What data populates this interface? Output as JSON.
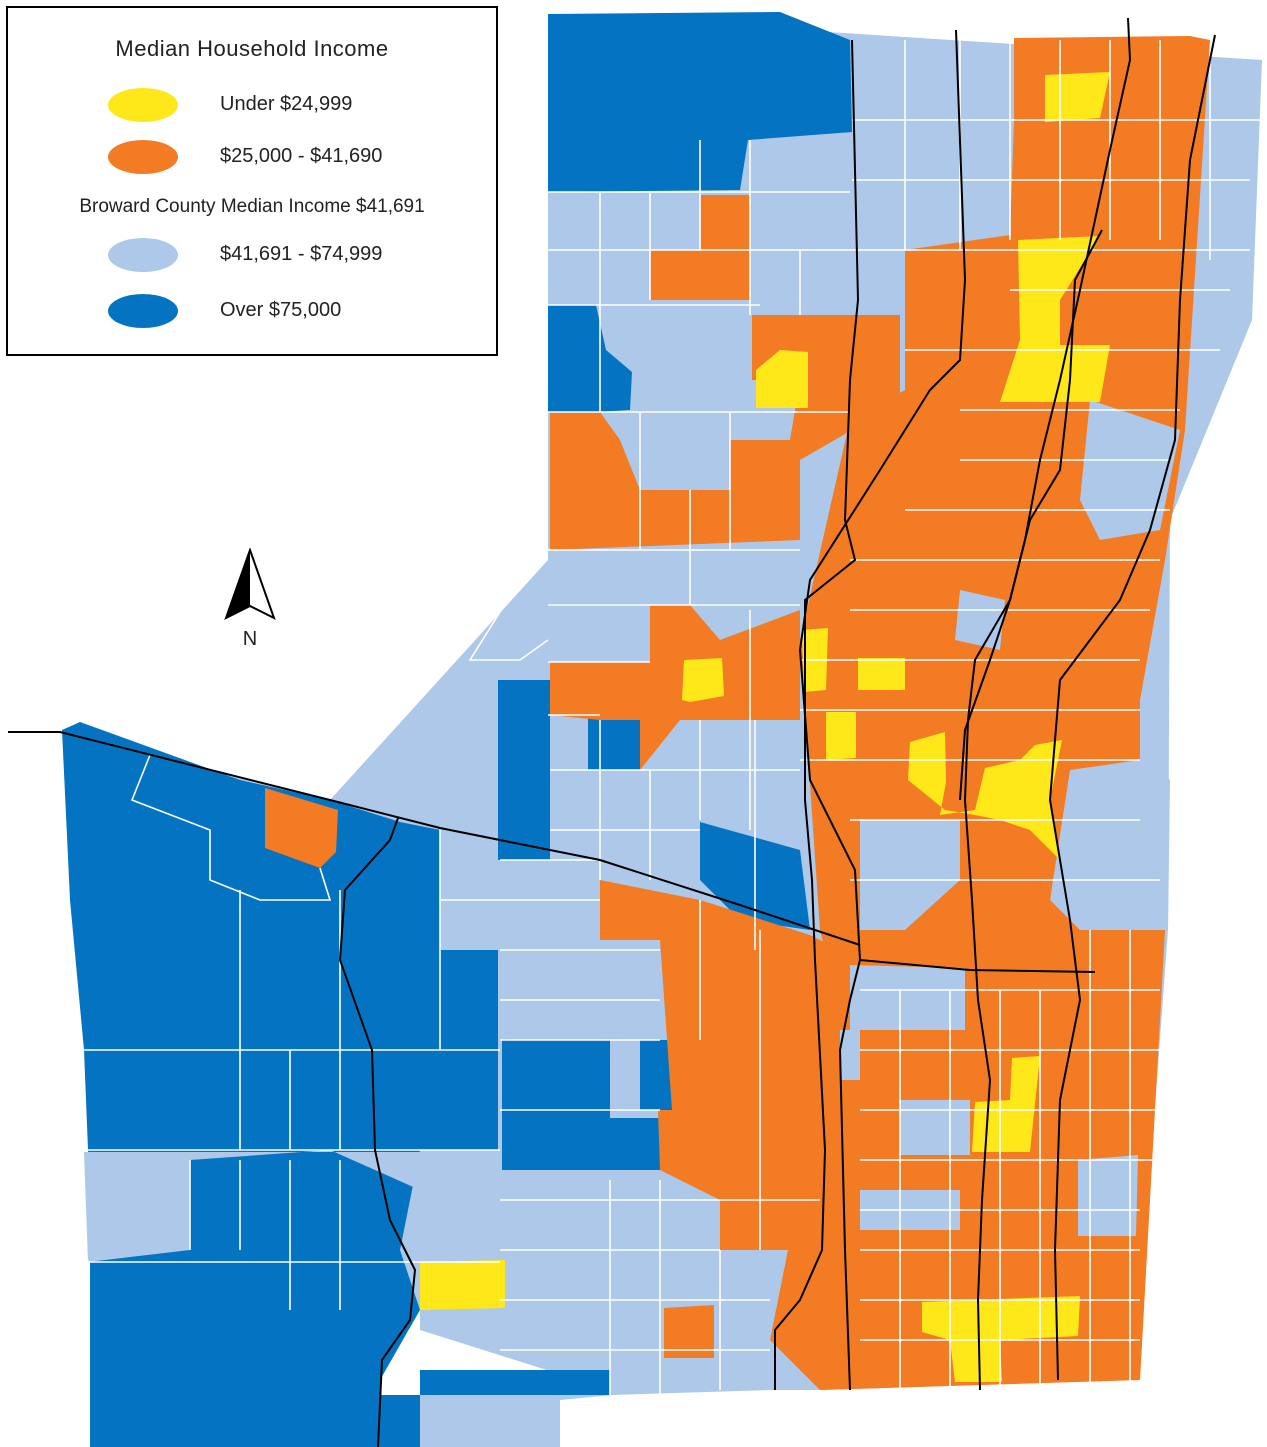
{
  "legend": {
    "title": "Median Household Income",
    "subtitle": "Broward County Median Income $41,691",
    "items": [
      {
        "label": "Under $24,999",
        "color": "#ffe81a"
      },
      {
        "label": "$25,000 - $41,690",
        "color": "#f37b23"
      },
      {
        "label": "$41,691 - $74,999",
        "color": "#adc8e8"
      },
      {
        "label": "Over $75,000",
        "color": "#0474c2"
      }
    ]
  },
  "north_arrow": {
    "label": "N",
    "icon": "north-arrow-icon"
  },
  "colors": {
    "yellow": "#ffe81a",
    "orange": "#f37b23",
    "light_blue": "#adc8e8",
    "dark_blue": "#0474c2",
    "boundary": "#ffffff",
    "road": "#000000"
  }
}
